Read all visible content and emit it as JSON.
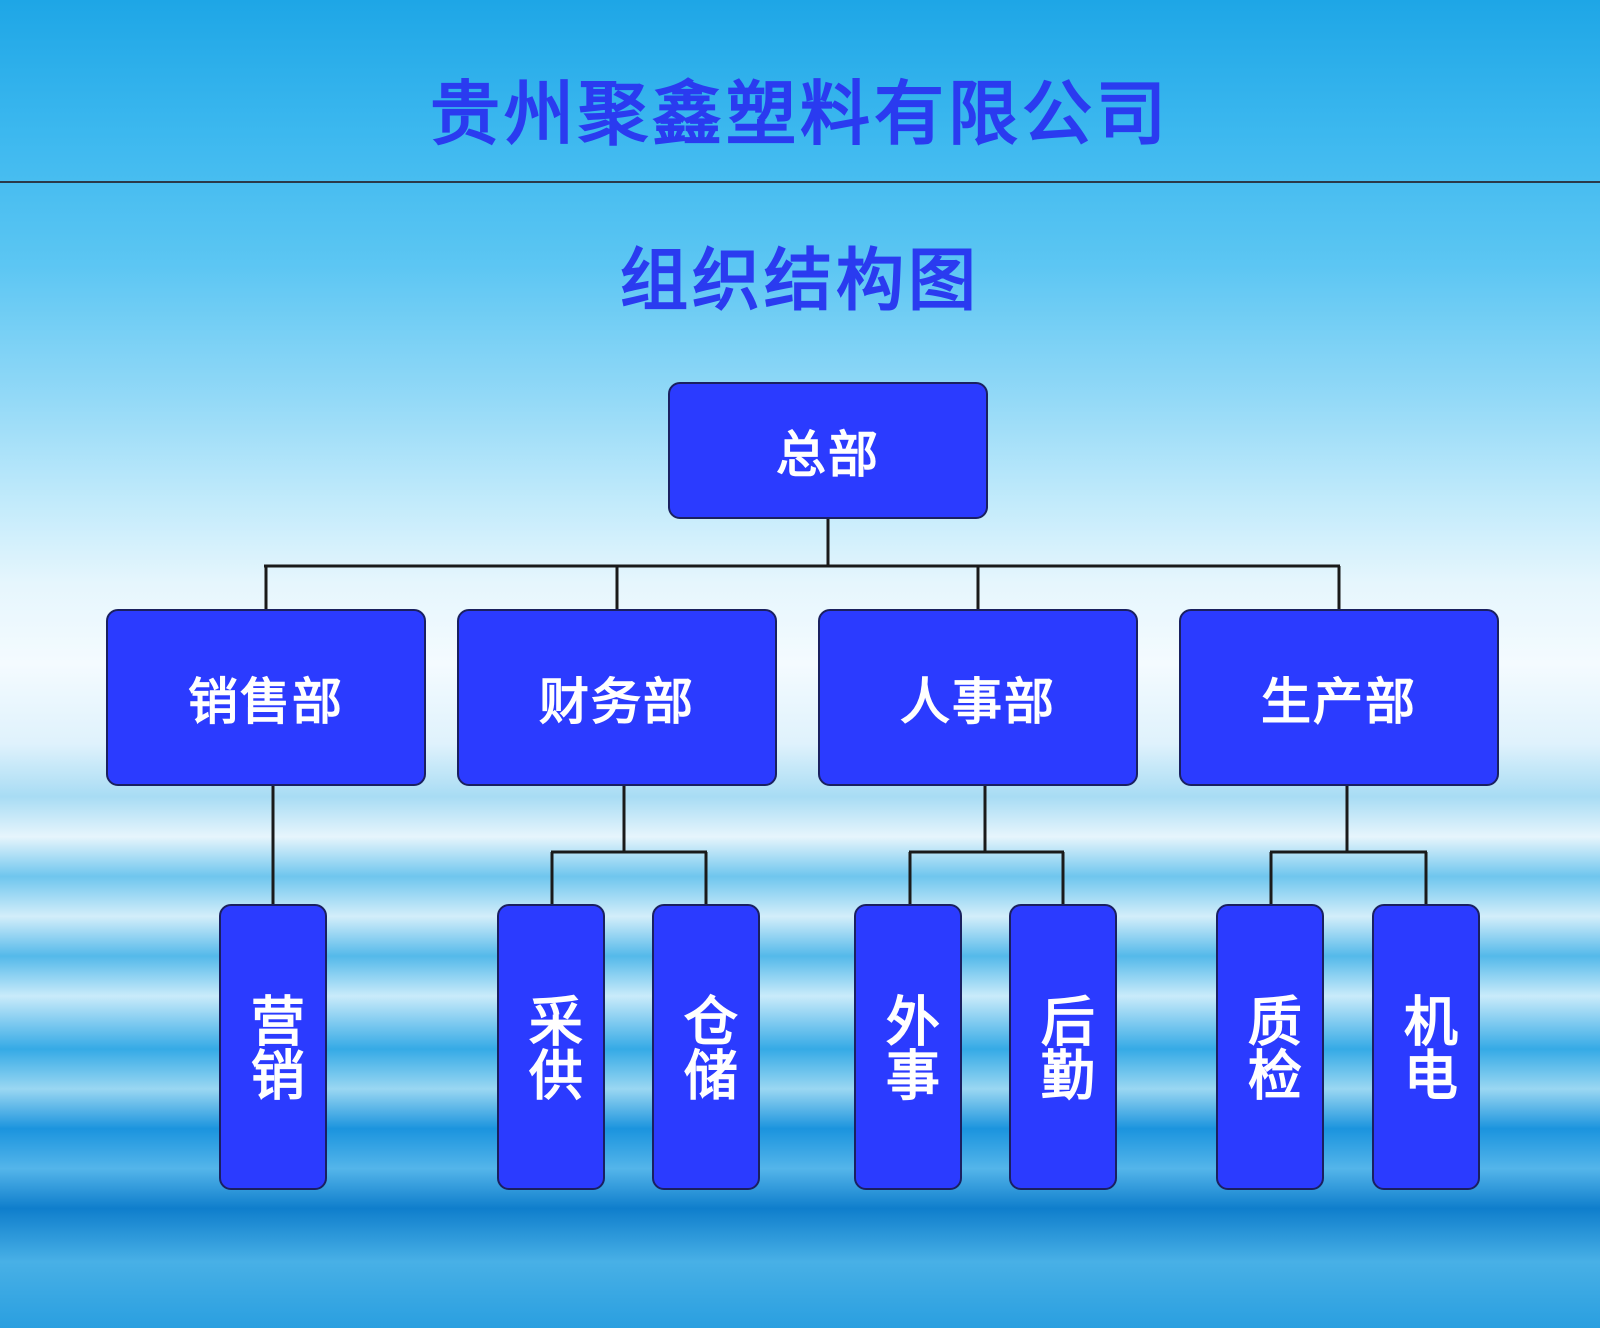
{
  "company_name": "贵州聚鑫塑料有限公司",
  "chart_title": "组织结构图",
  "org": {
    "headquarters": "总部",
    "departments": [
      {
        "name": "销售部",
        "units": [
          "营销"
        ]
      },
      {
        "name": "财务部",
        "units": [
          "采供",
          "仓储"
        ]
      },
      {
        "name": "人事部",
        "units": [
          "外事",
          "后勤"
        ]
      },
      {
        "name": "生产部",
        "units": [
          "质检",
          "机电"
        ]
      }
    ]
  },
  "colors": {
    "box_fill": "#2b3bff",
    "box_text": "#ffffff",
    "title_text": "#2a3bf0",
    "connector": "#1a1a1a"
  }
}
